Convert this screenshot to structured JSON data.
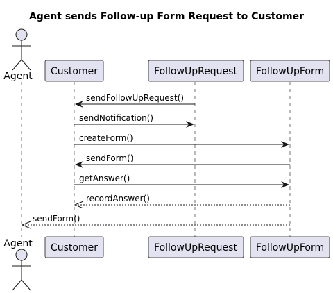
{
  "title": "Agent sends Follow-up Form Request to Customer",
  "participants": [
    {
      "id": "agent",
      "label": "Agent",
      "kind": "actor"
    },
    {
      "id": "customer",
      "label": "Customer",
      "kind": "participant"
    },
    {
      "id": "followuprequest",
      "label": "FollowUpRequest",
      "kind": "participant"
    },
    {
      "id": "followupform",
      "label": "FollowUpForm",
      "kind": "participant"
    }
  ],
  "messages": [
    {
      "from": "followuprequest",
      "to": "customer",
      "label": "sendFollowUpRequest()",
      "style": "solid"
    },
    {
      "from": "customer",
      "to": "followuprequest",
      "label": "sendNotification()",
      "style": "solid"
    },
    {
      "from": "customer",
      "to": "followupform",
      "label": "createForm()",
      "style": "solid"
    },
    {
      "from": "followupform",
      "to": "customer",
      "label": "sendForm()",
      "style": "solid"
    },
    {
      "from": "customer",
      "to": "followupform",
      "label": "getAnswer()",
      "style": "solid"
    },
    {
      "from": "followupform",
      "to": "customer",
      "label": "recordAnswer()",
      "style": "dashed"
    },
    {
      "from": "followupform",
      "to": "agent",
      "label": "sendForm()",
      "style": "dashed"
    }
  ],
  "colors": {
    "participant_fill": "#e2e2f0",
    "line": "#181818"
  }
}
